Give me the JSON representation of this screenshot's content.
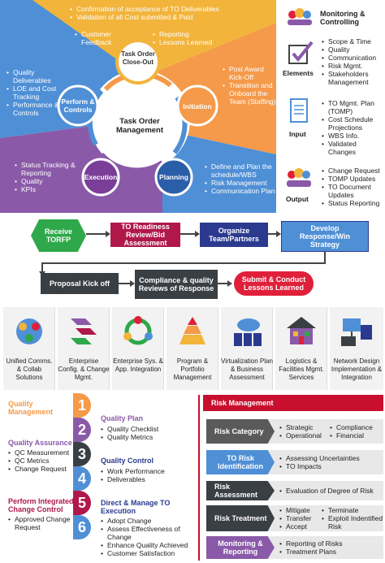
{
  "cycle": {
    "top_bullets": [
      "Confirmation of acceptance of TO Deliverables",
      "Validation of all Cost submitted & Paid"
    ],
    "top_left_bullets": [
      "Customer Feedback"
    ],
    "top_right_bullets": [
      "Reporting",
      "Lessons Learned"
    ],
    "closeout_label": "Task Order Close-Out",
    "center_label": "Task Order Management",
    "initiation_label": "Initiation",
    "initiation_bullets": [
      "Post Award Kick-Off",
      "Transition and Onboard the Team (Staffing)"
    ],
    "planning_label": "Planning",
    "planning_bullets": [
      "Define and Plan the schedule/WBS",
      "Risk Management",
      "Communication Plan"
    ],
    "execution_label": "Execution",
    "execution_bullets": [
      "Status Tracking & Reporting",
      "Quality",
      "KPIs"
    ],
    "perform_label": "Perform & Controls",
    "perform_bullets": [
      "Quality Deliverables",
      "LOE and Cost Tracking",
      "Performance & Controls"
    ]
  },
  "monitoring": {
    "title": "Monitoring & Controlling",
    "elements_label": "Elements",
    "elements_bullets": [
      "Scope & Time",
      "Quality",
      "Communication",
      "Risk Mgmt.",
      "Stakeholders Management"
    ],
    "input_label": "Input",
    "input_bullets": [
      "TO Mgmt. Plan (TOMP)",
      "Cost Schedule Projections",
      "WBS Info.",
      "Validated Changes"
    ],
    "output_label": "Output",
    "output_bullets": [
      "Change Request",
      "TOMP Updates",
      "TO Document Updates",
      "Status Reporting"
    ]
  },
  "flow": {
    "receive": "Receive TORFP",
    "readiness": "TO Readiness Review/Bid Assessment",
    "organize": "Organize Team/Partners",
    "develop": "Develop Response/Win Strategy",
    "proposal": "Proposal Kick off",
    "compliance": "Compliance & quality Reviews of Response",
    "submit": "Submit & Conduct Lessons Learned"
  },
  "tiles": [
    {
      "label": "Unified Comms. & Collab Solutions",
      "icon": "collaboration-icon"
    },
    {
      "label": "Enterprise Config. & Change Mgmt.",
      "icon": "config-arrows-icon"
    },
    {
      "label": "Enterprise Sys. & App. Integration",
      "icon": "integration-cycle-icon"
    },
    {
      "label": "Program & Portfolio Management",
      "icon": "pyramid-icon"
    },
    {
      "label": "Virtualization Plan & Business Assessment",
      "icon": "cloud-servers-icon"
    },
    {
      "label": "Logistics & Facilities Mgmt. Services",
      "icon": "facilities-icon"
    },
    {
      "label": "Network Design Implementation & Integration",
      "icon": "network-devices-icon"
    }
  ],
  "quality": {
    "qm_title": "Quality Management",
    "qa_title": "Quality Assurance",
    "qa_bullets": [
      "QC Measurement",
      "QC Metrics",
      "Change Request"
    ],
    "pic_title": "Perform Integrated Change Control",
    "pic_bullets": [
      "Approved Change Request"
    ],
    "numbers": [
      "1",
      "2",
      "3",
      "4",
      "5",
      "6"
    ],
    "plan_title": "Quality Plan",
    "plan_bullets": [
      "Quality Checklist",
      "Quality Metrics"
    ],
    "control_title": "Quality Control",
    "control_bullets": [
      "Work Performance",
      "Deliverables"
    ],
    "direct_title": "Direct & Manage TO Execution",
    "direct_bullets": [
      "Adopt Change",
      "Assess Effectiveness of Change",
      "Enhance Quality Achieved",
      "Customer Satisfaction"
    ]
  },
  "risk": {
    "title": "Risk Management",
    "category_label": "Risk Category",
    "category_col1": [
      "Strategic",
      "Operational"
    ],
    "category_col2": [
      "Compliance",
      "Financial"
    ],
    "identification_label": "TO Risk Identification",
    "identification_bullets": [
      "Assessing Uncertainties",
      "TO Impacts"
    ],
    "assessment_label": "Risk Assessment",
    "assessment_bullets": [
      "Evaluation of Degree of Risk"
    ],
    "treatment_label": "Risk Treatment",
    "treatment_col1": [
      "Mitigate",
      "Transfer",
      "Accept"
    ],
    "treatment_col2": [
      "Terminate",
      "Exploit Indentified Risk"
    ],
    "reporting_label": "Monitoring & Reporting",
    "reporting_bullets": [
      "Reporting of Risks",
      "Treatment Plans"
    ]
  },
  "colors": {
    "blue": "#4f8fd6",
    "orange": "#f59a4a",
    "purple": "#8a5aa8",
    "gold": "#f2b43a",
    "green": "#2ea84a",
    "maroon": "#b0184a",
    "navy": "#2b3a8f",
    "dark": "#3a3f44",
    "red": "#e0203a",
    "risk_red": "#c8102e"
  }
}
